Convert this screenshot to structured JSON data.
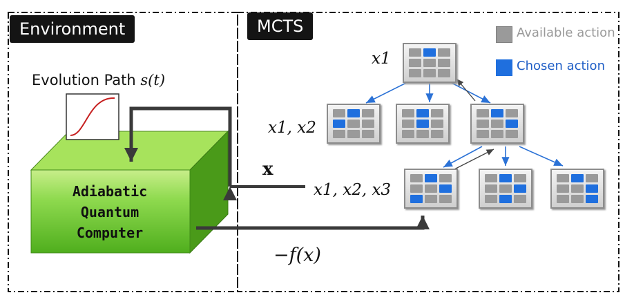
{
  "panels": {
    "environment_title": "Environment",
    "mcts_title": "MCTS"
  },
  "environment": {
    "evolution_path_label": "Evolution Path ",
    "evolution_path_symbol": "s(t)",
    "computer_label": "Adiabatic\nQuantum\nComputer",
    "output_vector_label": "x",
    "reward_label": "−f(x)"
  },
  "legend": {
    "available": "Available action",
    "chosen": "Chosen action"
  },
  "tree": {
    "level_labels": [
      "x1",
      "x1, x2",
      "x1, x2, x3"
    ],
    "nodes": [
      {
        "chosen": [
          1
        ]
      },
      {
        "chosen": [
          1,
          3
        ]
      },
      {
        "chosen": [
          1,
          4
        ]
      },
      {
        "chosen": [
          1,
          5
        ]
      },
      {
        "chosen": [
          1,
          5,
          6
        ]
      },
      {
        "chosen": [
          1,
          5,
          7
        ]
      },
      {
        "chosen": [
          1,
          5,
          8
        ]
      }
    ]
  },
  "colors": {
    "chosen": "#1f6fde",
    "available": "#9a9a9a",
    "edge": "#2b72d6",
    "computer_green": "#5fc127",
    "curve": "#c61f1f"
  }
}
